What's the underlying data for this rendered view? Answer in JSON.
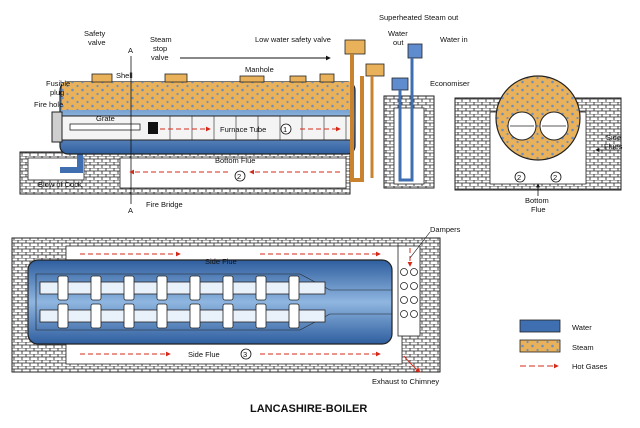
{
  "title": "LANCASHIRE-BOILER",
  "top_labels": {
    "safety_valve": [
      "Safety",
      "valve"
    ],
    "steam_stop_valve": [
      "Steam",
      "stop",
      "valve"
    ],
    "low_water_safety_valve": "Low water safety valve",
    "superheated_steam_out": "Superheated Steam out",
    "water_out": [
      "Water",
      "out"
    ],
    "water_in": "Water in",
    "economiser": "Economiser",
    "fusible_plug": [
      "Fusible",
      "plug"
    ],
    "fire_hole": "Fire hole",
    "shell": "Shell",
    "manhole": "Manhole",
    "grate": "Grate",
    "furnace_tube": "Furnace Tube",
    "furnace_tube_num": "1",
    "bottom_flue": "Bottom Flue",
    "bottom_flue_num": "2",
    "blow_of_cock": "Blow of Cock",
    "fire_bridge": "Fire Bridge",
    "section_a_top": "A",
    "section_a_bottom": "A"
  },
  "side_labels": {
    "side_flues": [
      "Side",
      "Flues"
    ],
    "bottom_flue": [
      "Bottom",
      "Flue"
    ],
    "num_left": "2",
    "num_right": "2"
  },
  "plan_labels": {
    "dampers": "Dampers",
    "side_flue_top": "Side Flue",
    "side_flue_bottom": "Side Flue",
    "side_flue_num": "3",
    "exhaust": "Exhaust to Chimney"
  },
  "legend": [
    {
      "label": "Water",
      "kind": "water"
    },
    {
      "label": "Steam",
      "kind": "steam"
    },
    {
      "label": "Hot Gases",
      "kind": "gas"
    }
  ],
  "colors": {
    "water": "#3f6fb0",
    "water_light": "#9ec3e8",
    "steam": "#e8b15a",
    "gas_arrow": "#d42a1a",
    "brick": "#333333"
  }
}
